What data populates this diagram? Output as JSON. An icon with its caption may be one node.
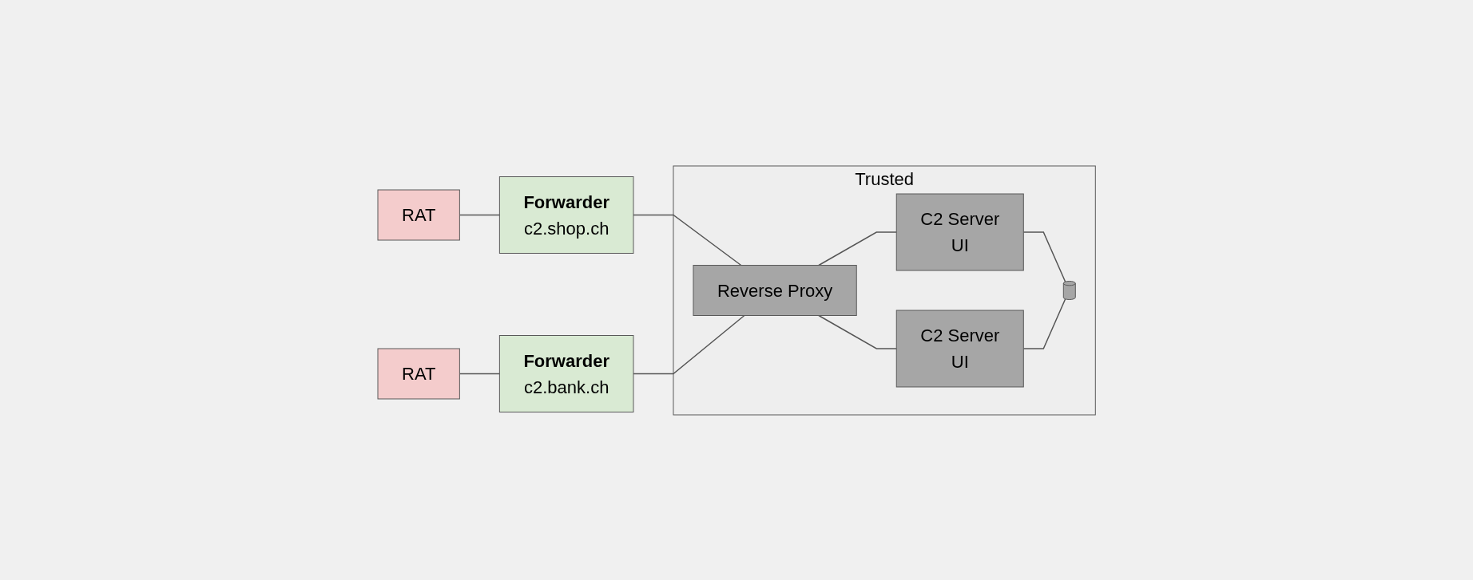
{
  "diagram": {
    "nodes": [
      {
        "text": [
          "RAT"
        ]
      },
      {
        "text": [
          "Forwarder",
          "c2.shop.ch"
        ]
      },
      {
        "text": [
          "RAT"
        ]
      },
      {
        "text": [
          "Forwarder",
          "c2.bank.ch"
        ]
      },
      {
        "text": [
          "Trusted"
        ]
      },
      {
        "text": [
          "Reverse Proxy"
        ],
        "in": 4
      },
      {
        "text": [
          "C2 Server",
          "UI"
        ],
        "in": 4
      },
      {
        "text": [
          "C2 Server",
          "UI"
        ],
        "in": 4
      },
      {
        "text": [],
        "shape": "cylinder",
        "in": 4
      }
    ],
    "edges": [
      {
        "from": 0,
        "to": 1,
        "arrow": "none"
      },
      {
        "from": 2,
        "to": 3,
        "arrow": "none"
      },
      {
        "from": 1,
        "to": 5,
        "arrow": "none"
      },
      {
        "from": 3,
        "to": 5,
        "arrow": "none"
      },
      {
        "from": 5,
        "to": 6,
        "arrow": "none"
      },
      {
        "from": 5,
        "to": 7,
        "arrow": "none"
      },
      {
        "from": 6,
        "to": 8,
        "arrow": "none"
      },
      {
        "from": 7,
        "to": 8,
        "arrow": "none"
      }
    ]
  }
}
